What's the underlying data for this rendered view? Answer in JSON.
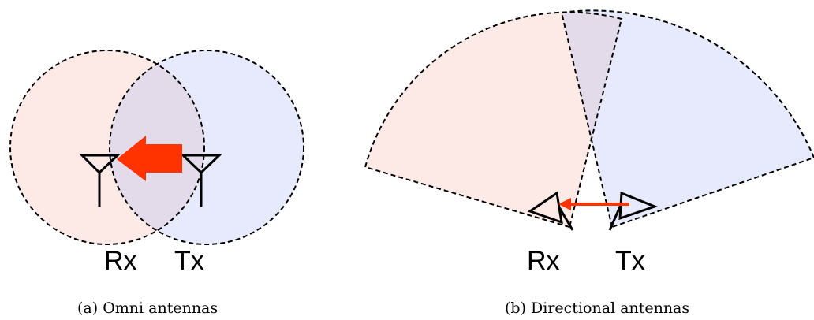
{
  "panel_a": {
    "caption": "(a) Omni antennas",
    "rx_label": "Rx",
    "tx_label": "Tx"
  },
  "panel_b": {
    "caption": "(b) Directional antennas",
    "rx_label": "Rx",
    "tx_label": "Tx"
  },
  "colors": {
    "rx_fill": "#fde9e6",
    "tx_fill": "#e6eafc",
    "overlap_fill": "#e3dbea",
    "arrow": "#ff3300",
    "outline": "#000000"
  }
}
